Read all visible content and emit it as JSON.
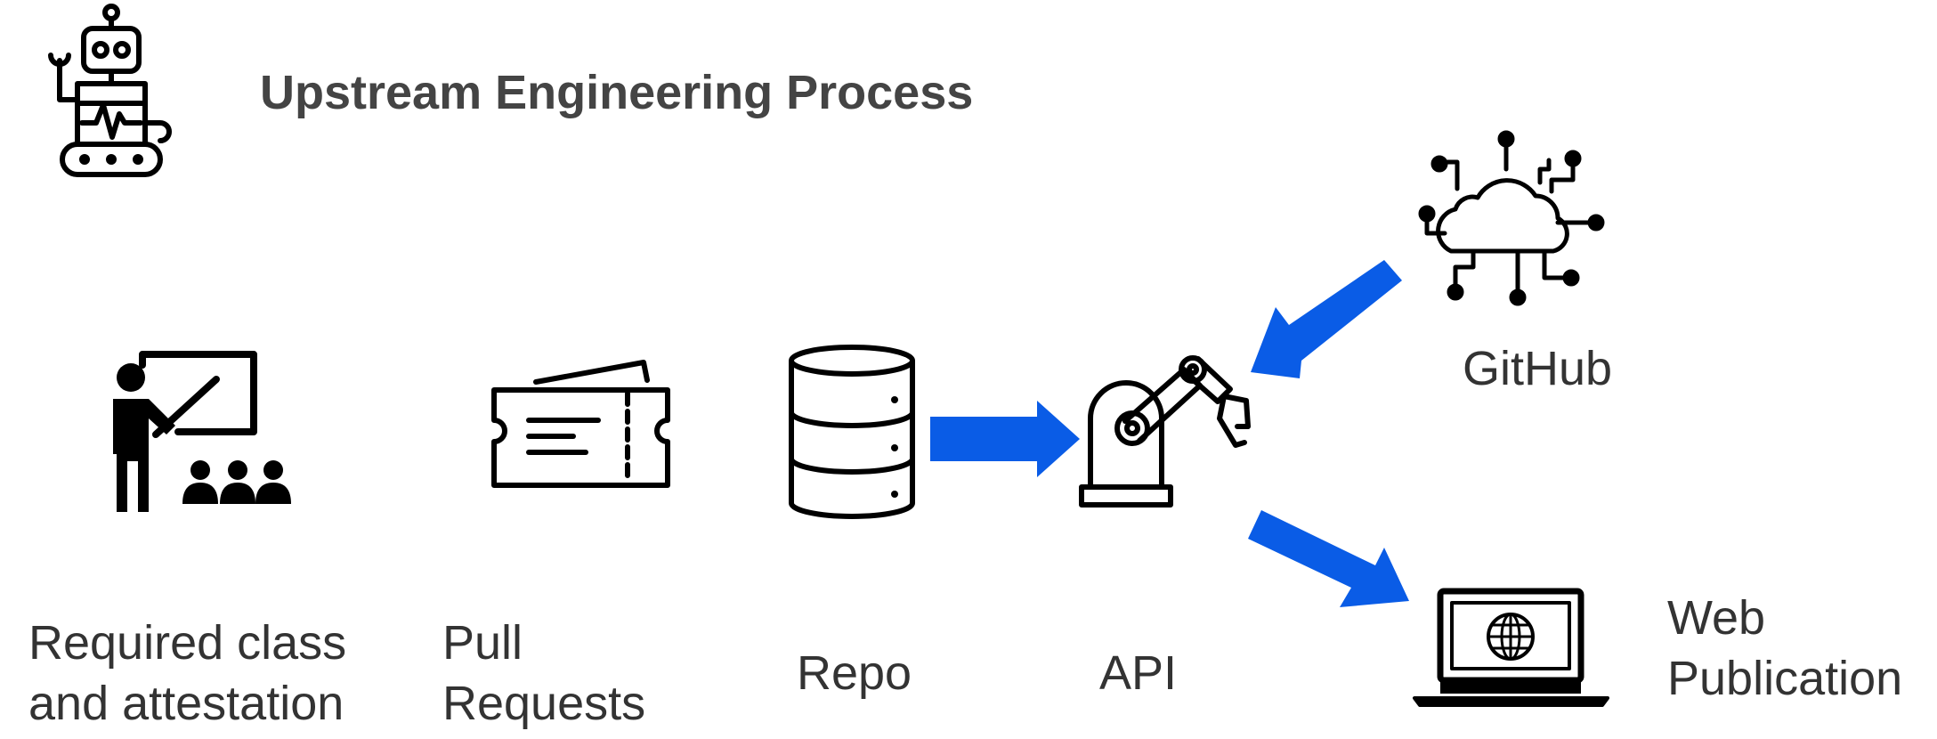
{
  "title": "Upstream Engineering Process",
  "nodes": {
    "class": {
      "line1": "Required class",
      "line2": "and attestation"
    },
    "pull": {
      "line1": "Pull",
      "line2": "Requests"
    },
    "repo": {
      "label": "Repo"
    },
    "api": {
      "label": "API"
    },
    "github": {
      "label": "GitHub"
    },
    "web": {
      "line1": "Web",
      "line2": "Publication"
    }
  },
  "icons": {
    "robot": "robot-icon",
    "class": "presentation-icon",
    "pull": "ticket-icon",
    "repo": "database-icon",
    "api": "robotic-arm-icon",
    "github": "cloud-network-icon",
    "web": "laptop-globe-icon"
  },
  "edges": [
    {
      "from": "Repo",
      "to": "API"
    },
    {
      "from": "GitHub",
      "to": "API"
    },
    {
      "from": "API",
      "to": "Web Publication"
    }
  ],
  "colors": {
    "arrow": "#0A5CE6",
    "text": "#333333",
    "icon": "#000000"
  }
}
